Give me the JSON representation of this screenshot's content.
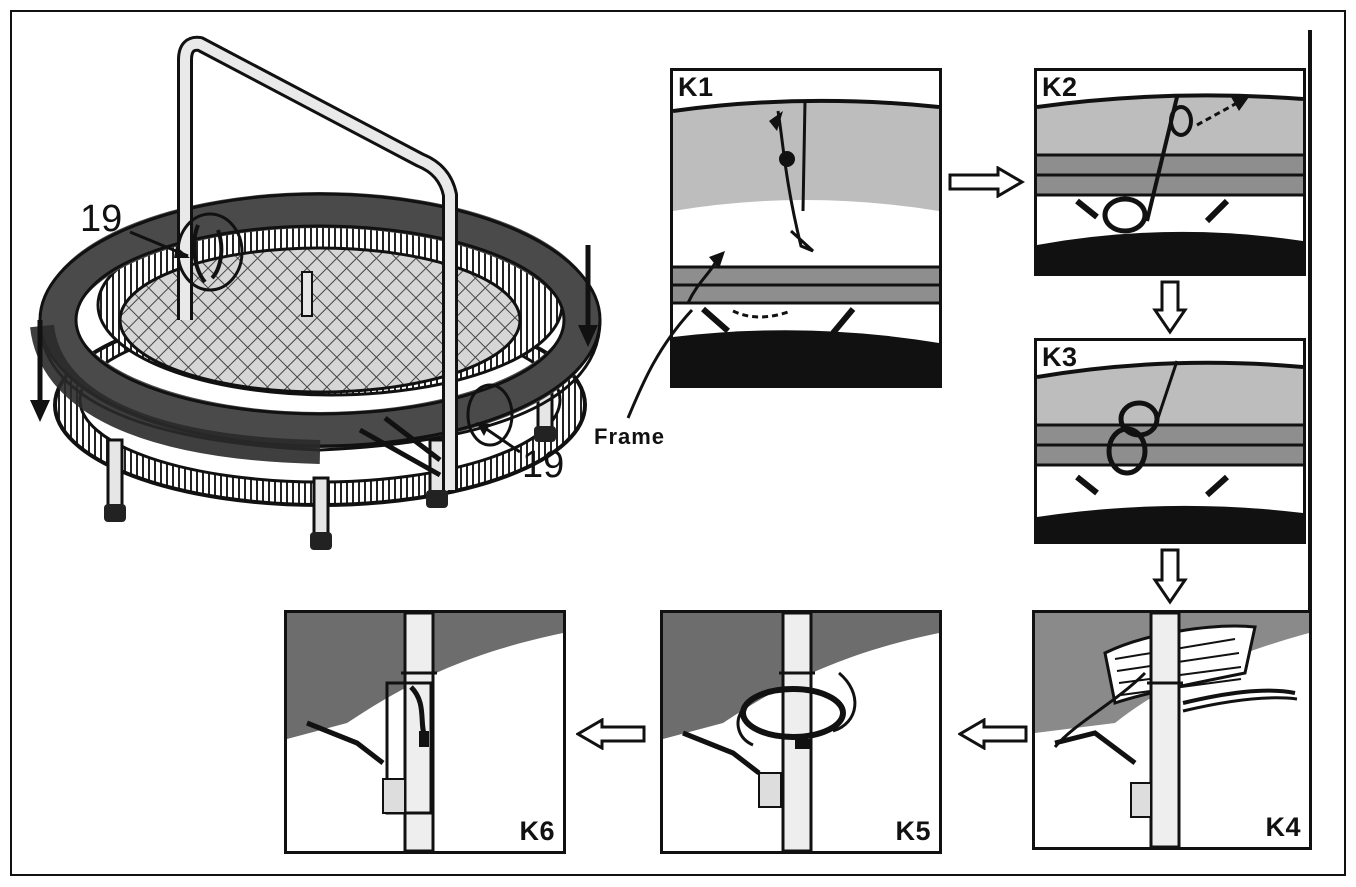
{
  "callouts": [
    "19",
    "19"
  ],
  "frame_label": "Frame",
  "panels": [
    {
      "label": "K1"
    },
    {
      "label": "K2"
    },
    {
      "label": "K3"
    },
    {
      "label": "K4"
    },
    {
      "label": "K5"
    },
    {
      "label": "K6"
    }
  ],
  "colors": {
    "ink": "#111111",
    "pad": "#4a4a4a",
    "mat": "#bdbdbd",
    "tube": "#e6e6e6"
  }
}
